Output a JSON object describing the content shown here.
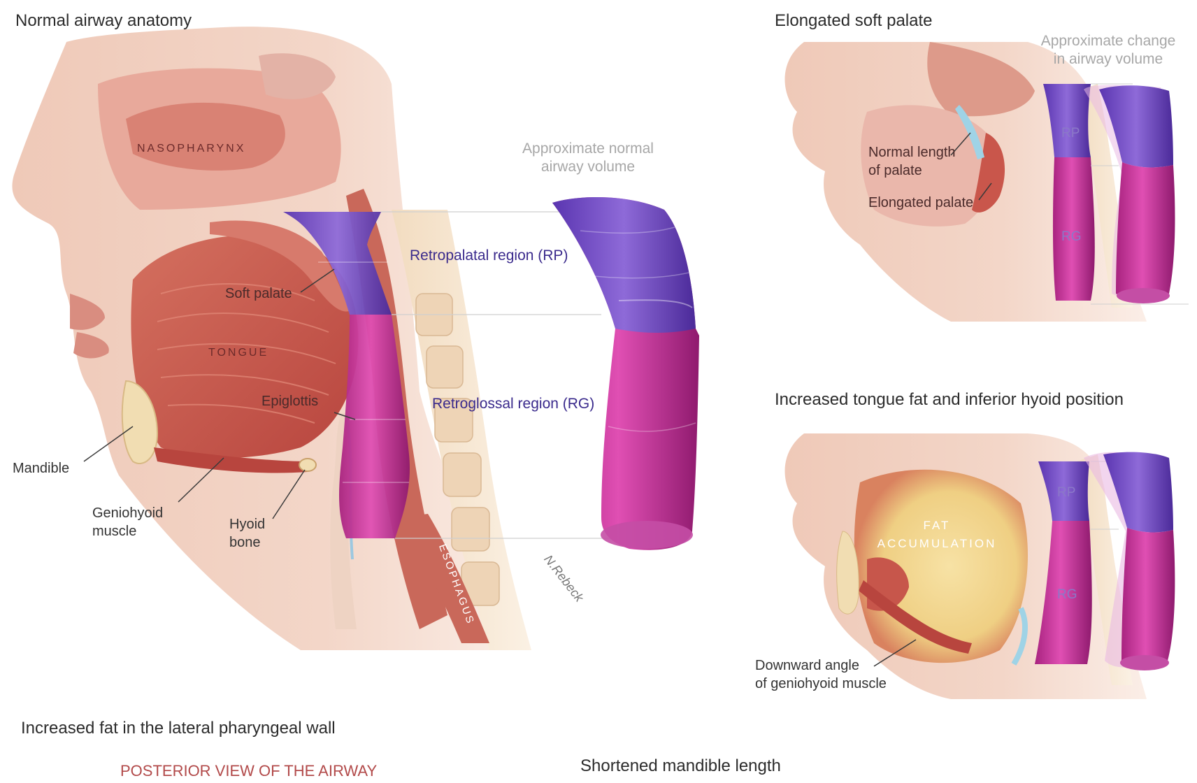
{
  "titles": {
    "normal": "Normal airway anatomy",
    "elongated": "Elongated soft palate",
    "tongue_fat": "Increased tongue fat and inferior hyoid position",
    "lateral_fat": "Increased fat in the lateral pharyngeal wall",
    "posterior_view": "POSTERIOR VIEW OF THE AIRWAY",
    "shortened": "Shortened mandible length"
  },
  "normal_panel": {
    "nasopharynx": "NASOPHARYNX",
    "tongue": "TONGUE",
    "soft_palate": "Soft palate",
    "epiglottis": "Epiglottis",
    "mandible": "Mandible",
    "geniohyoid_1": "Geniohyoid",
    "geniohyoid_2": "muscle",
    "hyoid_1": "Hyoid",
    "hyoid_2": "bone",
    "esophagus": "ESOPHAGUS",
    "volume_1": "Approximate normal",
    "volume_2": "airway volume",
    "rp_region": "Retropalatal region (RP)",
    "rg_region": "Retroglossal region (RG)",
    "signature": "N.Rebeck"
  },
  "elongated_panel": {
    "change_1": "Approximate change",
    "change_2": "in airway volume",
    "normal_len_1": "Normal length",
    "normal_len_2": "of palate",
    "elongated": "Elongated palate",
    "rp": "RP",
    "rg": "RG"
  },
  "tongue_panel": {
    "fat_1": "FAT",
    "fat_2": "ACCUMULATION",
    "rp": "RP",
    "rg": "RG",
    "downward_1": "Downward angle",
    "downward_2": "of geniohyoid muscle"
  },
  "colors": {
    "rp_purple": "#6a3fc0",
    "rg_magenta": "#c0309a",
    "tissue": "#e7a792",
    "muscle": "#c7564b",
    "fat": "#f0d48a"
  }
}
